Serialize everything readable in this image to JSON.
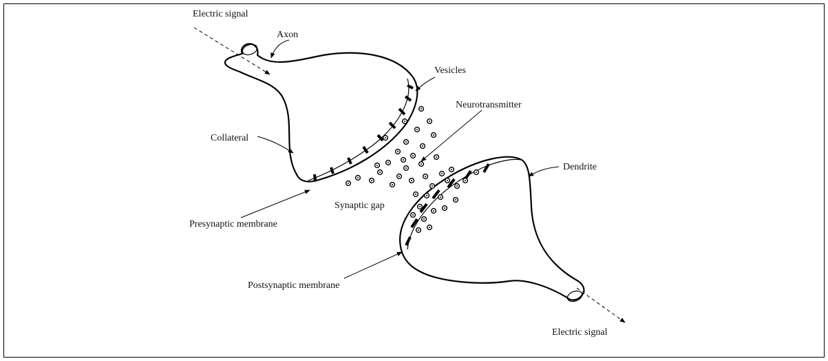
{
  "labels": {
    "electric_signal_in": "Electric signal",
    "axon": "Axon",
    "vesicles": "Vesicles",
    "neurotransmitter": "Neurotransmitter",
    "collateral": "Collateral",
    "dendrite": "Dendrite",
    "synaptic_gap": "Synaptic gap",
    "presynaptic_membrane": "Presynaptic membrane",
    "postsynaptic_membrane": "Postsynaptic membrane",
    "electric_signal_out": "Electric signal"
  }
}
